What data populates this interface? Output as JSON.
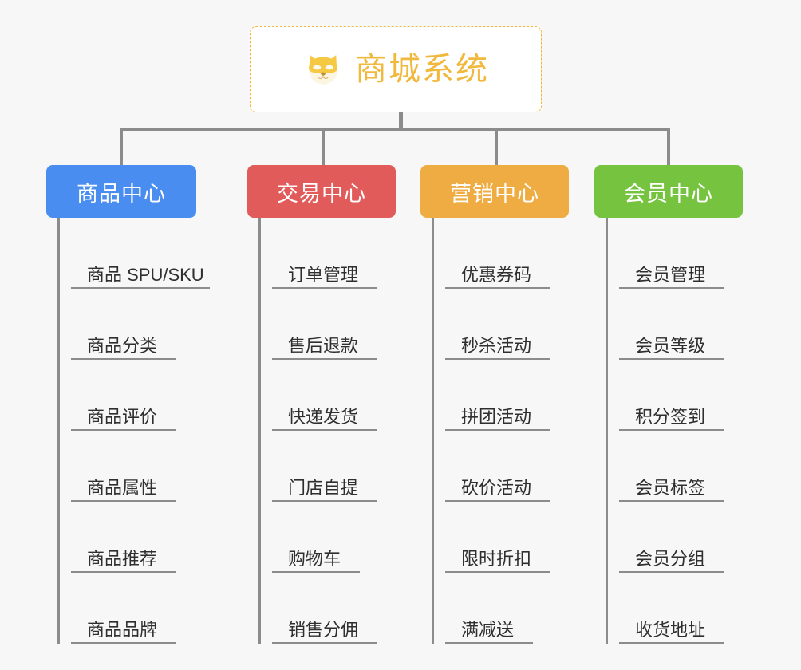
{
  "page": {
    "background_color": "#f7f7f7",
    "line_color": "#8c8c8c"
  },
  "root": {
    "title": "商城系统",
    "icon": "shiba-dog-icon",
    "border_color": "#f0b93e",
    "text_color": "#f0b93e",
    "background_color": "#ffffff"
  },
  "columns": [
    {
      "id": "product-center",
      "label": "商品中心",
      "color": "#4a8df0",
      "items": [
        "商品 SPU/SKU",
        "商品分类",
        "商品评价",
        "商品属性",
        "商品推荐",
        "商品品牌"
      ]
    },
    {
      "id": "trade-center",
      "label": "交易中心",
      "color": "#e15b5b",
      "items": [
        "订单管理",
        "售后退款",
        "快递发货",
        "门店自提",
        "购物车",
        "销售分佣"
      ]
    },
    {
      "id": "marketing-center",
      "label": "营销中心",
      "color": "#eeac42",
      "items": [
        "优惠券码",
        "秒杀活动",
        "拼团活动",
        "砍价活动",
        "限时折扣",
        "满减送"
      ]
    },
    {
      "id": "member-center",
      "label": "会员中心",
      "color": "#76c33f",
      "items": [
        "会员管理",
        "会员等级",
        "积分签到",
        "会员标签",
        "会员分组",
        "收货地址"
      ]
    }
  ]
}
